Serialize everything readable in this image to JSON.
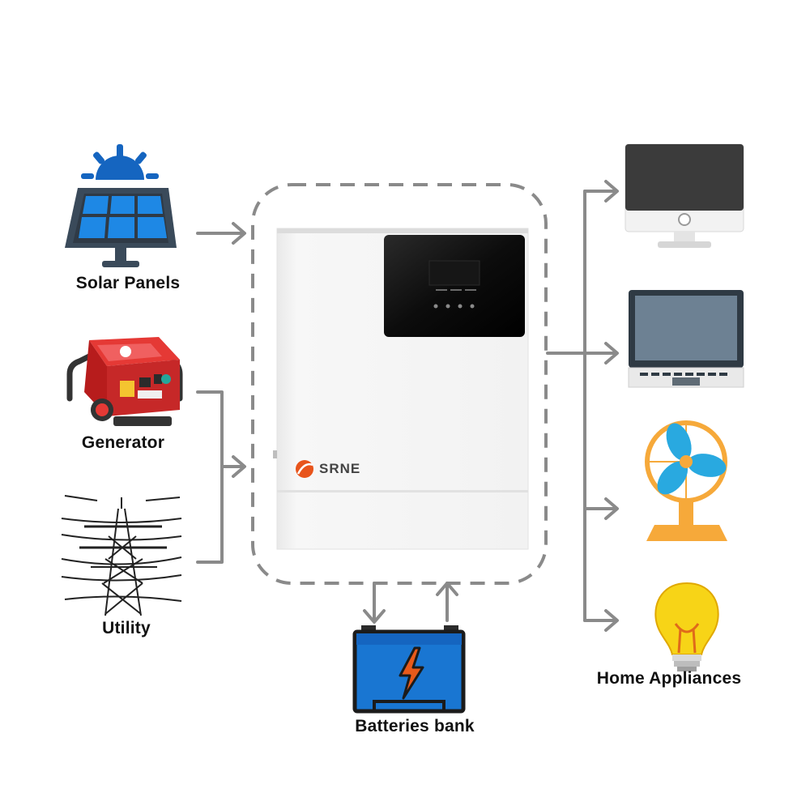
{
  "labels": {
    "solar": "Solar Panels",
    "generator": "Generator",
    "utility": "Utility",
    "battery": "Batteries bank",
    "appliances": "Home Appliances"
  },
  "inverter": {
    "brand": "SRNE"
  },
  "colors": {
    "arrow": "#8a8a8a",
    "solar_blue": "#1565c0",
    "panel_frame": "#3a4a5a",
    "generator_red": "#d32f2f",
    "battery_blue": "#1976d2",
    "bolt_orange": "#e85a1b",
    "fan_blue": "#29a9e0",
    "fan_base": "#f6a93a",
    "bulb_yellow": "#f7d417",
    "brand_orange": "#e8541b"
  }
}
